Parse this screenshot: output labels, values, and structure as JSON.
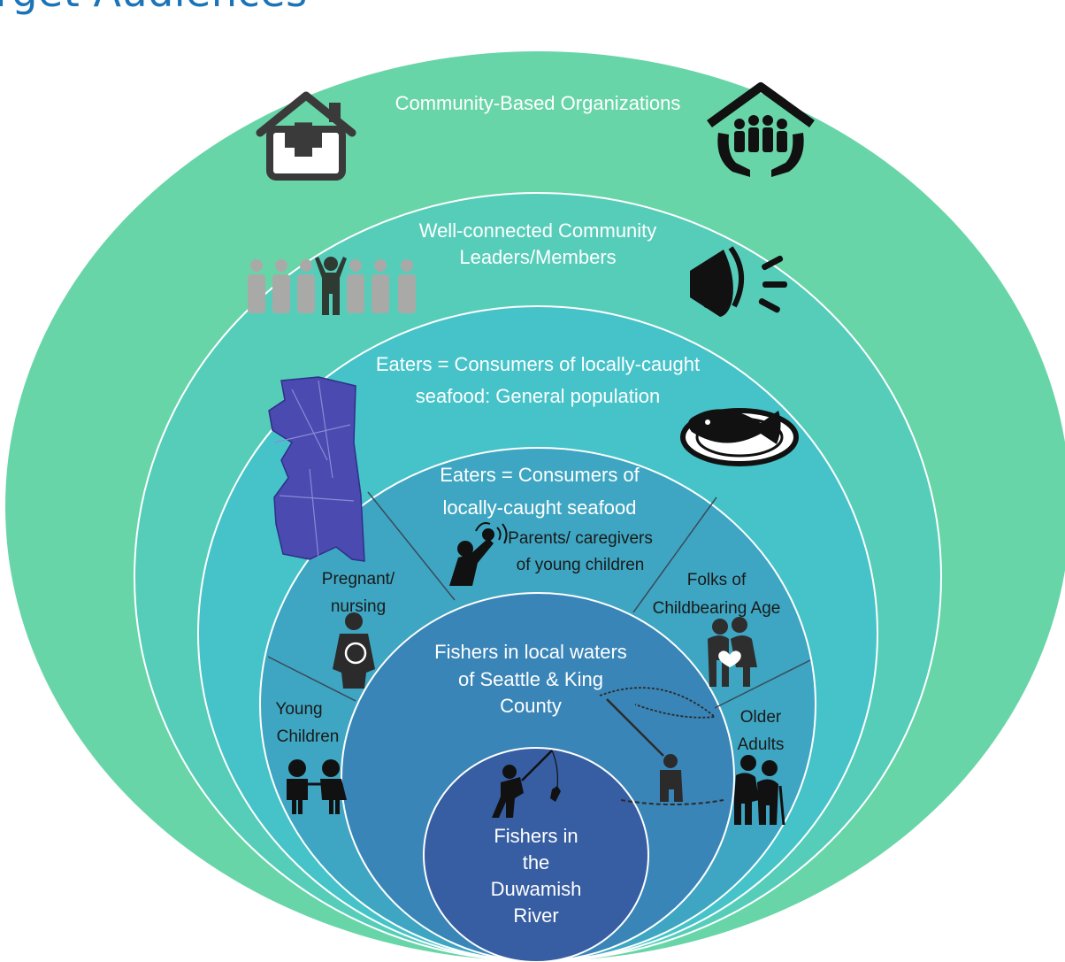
{
  "title": "arget Audiences",
  "rings": {
    "community_orgs": "Community-Based Organizations",
    "leaders_line1": "Well-connected Community",
    "leaders_line2": "Leaders/Members",
    "general_line1": "Eaters = Consumers of locally-caught",
    "general_line2": "seafood: General population",
    "eaters_line1": "Eaters = Consumers of",
    "eaters_line2": "locally-caught seafood",
    "fishers_line1": "Fishers in local waters",
    "fishers_line2": "of Seattle & King",
    "fishers_line3": "County",
    "duwamish_line1": "Fishers in",
    "duwamish_line2": "the",
    "duwamish_line3": "Duwamish",
    "duwamish_line4": "River"
  },
  "segments": {
    "parents_line1": "Parents/ caregivers",
    "parents_line2": "of young children",
    "pregnant_line1": "Pregnant/",
    "pregnant_line2": "nursing",
    "folks_line1": "Folks of",
    "folks_line2": "Childbearing Age",
    "young_line1": "Young",
    "young_line2": "Children",
    "older_line1": "Older",
    "older_line2": "Adults"
  },
  "colors": {
    "ring1": "#68d5a8",
    "ring2": "#56cdb9",
    "ring3": "#45c3c9",
    "ring4": "#3ea6c2",
    "ring5": "#3a85b8",
    "ring6": "#375ea2",
    "title": "#1b73b8",
    "map": "#4a4ab0"
  },
  "icons": [
    "health-house-icon",
    "family-house-hands-icon",
    "people-row-icon",
    "megaphone-icon",
    "seattle-map-icon",
    "fish-plate-icon",
    "parent-child-icon",
    "pregnant-woman-icon",
    "couple-heart-icon",
    "children-icon",
    "elderly-couple-icon",
    "fly-fisher-icon",
    "fisher-icon"
  ]
}
